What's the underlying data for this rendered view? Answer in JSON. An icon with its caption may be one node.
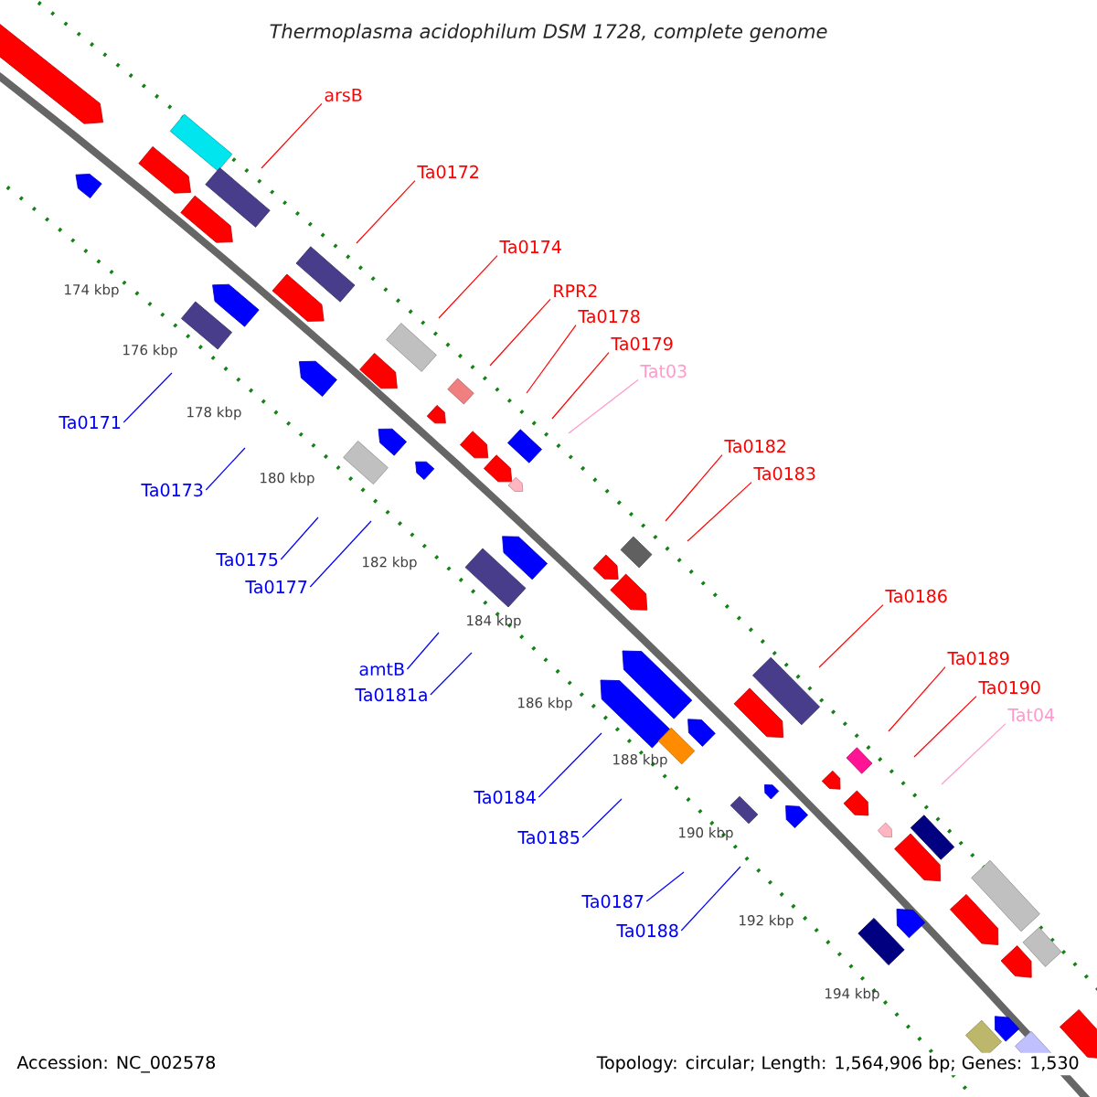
{
  "diagram": {
    "title": "*Thermoplasma acidophilum* *DSM 1728, complete genome*",
    "nodes": [
      {
        "text": [
          "arsB"
        ]
      },
      {
        "text": [
          "Ta0172"
        ]
      },
      {
        "text": [
          "Ta0174"
        ]
      },
      {
        "text": [
          "RPR2"
        ]
      },
      {
        "text": [
          "Ta0178"
        ]
      },
      {
        "text": [
          "Ta0179"
        ]
      },
      {
        "text": [
          "Tat03"
        ]
      },
      {
        "text": [
          "Ta0171"
        ]
      },
      {
        "text": [
          "Ta0182"
        ]
      },
      {
        "text": [
          "Ta0183"
        ]
      },
      {
        "text": [
          "Ta0173"
        ]
      },
      {
        "text": [
          "Ta0175"
        ]
      },
      {
        "text": [
          "Ta0177"
        ]
      },
      {
        "text": [
          "Ta0186"
        ]
      },
      {
        "text": [
          "Ta0189"
        ]
      },
      {
        "text": [
          "amtB"
        ]
      },
      {
        "text": [
          "Ta0190"
        ]
      },
      {
        "text": [
          "Ta0181a"
        ]
      },
      {
        "text": [
          "Tat04"
        ]
      },
      {
        "text": [
          "Ta0184"
        ]
      },
      {
        "text": [
          "Ta0185"
        ]
      },
      {
        "text": [
          "Ta0187"
        ]
      },
      {
        "text": [
          "Ta0188"
        ]
      }
    ],
    "edges": [
      {
        "from": 0,
        "to": null,
        "arrow": "none"
      },
      {
        "from": 1,
        "to": null,
        "arrow": "none"
      },
      {
        "from": 2,
        "to": null,
        "arrow": "none"
      },
      {
        "from": 3,
        "to": null,
        "arrow": "none"
      },
      {
        "from": 4,
        "to": null,
        "arrow": "none"
      },
      {
        "from": 5,
        "to": null,
        "arrow": "none"
      },
      {
        "from": 6,
        "to": null,
        "arrow": "none",
        "color": "#ff99cc"
      },
      {
        "from": 7,
        "to": null,
        "arrow": "none",
        "color": "#0000ff"
      },
      {
        "from": 8,
        "to": null,
        "arrow": "none"
      },
      {
        "from": 9,
        "to": null,
        "arrow": "none"
      },
      {
        "from": 10,
        "to": null,
        "arrow": "none",
        "color": "#0000ff"
      },
      {
        "from": 11,
        "to": null,
        "arrow": "none",
        "color": "#0000ff"
      },
      {
        "from": 12,
        "to": null,
        "arrow": "none",
        "color": "#0000ff"
      },
      {
        "from": 13,
        "to": null,
        "arrow": "none"
      },
      {
        "from": 14,
        "to": null,
        "arrow": "none"
      },
      {
        "from": 15,
        "to": null,
        "arrow": "none",
        "color": "#0000ff"
      },
      {
        "from": 16,
        "to": null,
        "arrow": "none"
      },
      {
        "from": 17,
        "to": null,
        "arrow": "none",
        "color": "#0000ff"
      },
      {
        "from": 18,
        "to": null,
        "arrow": "none",
        "color": "#ff99cc"
      },
      {
        "from": 19,
        "to": null,
        "arrow": "none",
        "color": "#0000ff"
      },
      {
        "from": 20,
        "to": null,
        "arrow": "none",
        "color": "#0000ff"
      },
      {
        "from": 21,
        "to": null,
        "arrow": "none",
        "color": "#0000ff"
      },
      {
        "from": 22,
        "to": null,
        "arrow": "none",
        "color": "#0000ff"
      }
    ],
    "labels": [
      "174 kbp",
      "176 kbp",
      "178 kbp",
      "180 kbp",
      "182 kbp",
      "184 kbp",
      "186 kbp",
      "188 kbp",
      "190 kbp",
      "192 kbp",
      "194 kbp",
      "Accession: NC_002578",
      "Topology: circular; Length: 1,564,906 bp; Genes: 1,530"
    ]
  }
}
